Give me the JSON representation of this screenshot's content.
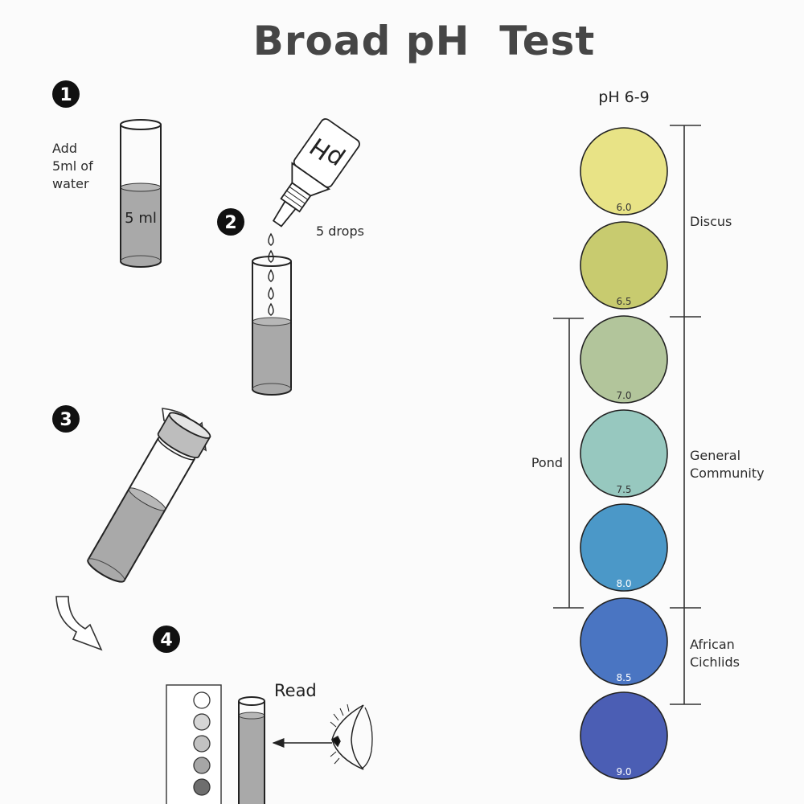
{
  "title": "Broad pH  Test",
  "steps": [
    {
      "number": "1",
      "text_lines": [
        "Add",
        "5ml of",
        "water"
      ],
      "tube_label": "5 ml"
    },
    {
      "number": "2",
      "bottle_label": "pH",
      "drops_label": "5 drops"
    },
    {
      "number": "3"
    },
    {
      "number": "4",
      "read_label": "Read"
    }
  ],
  "chart": {
    "range_label": "pH 6-9",
    "swatches": [
      {
        "value": "6.0",
        "color": "#e8e386",
        "text_color": "#333333"
      },
      {
        "value": "6.5",
        "color": "#c8cb6f",
        "text_color": "#333333"
      },
      {
        "value": "7.0",
        "color": "#b2c59b",
        "text_color": "#333333"
      },
      {
        "value": "7.5",
        "color": "#97c8bf",
        "text_color": "#333333"
      },
      {
        "value": "8.0",
        "color": "#4b98c8",
        "text_color": "#ffffff"
      },
      {
        "value": "8.5",
        "color": "#4a75c2",
        "text_color": "#ffffff"
      },
      {
        "value": "9.0",
        "color": "#4b5eb4",
        "text_color": "#ffffff"
      }
    ],
    "brackets_right": [
      {
        "label_lines": [
          "Discus"
        ]
      },
      {
        "label_lines": [
          "General",
          "Community"
        ]
      },
      {
        "label_lines": [
          "African",
          "Cichlids"
        ]
      }
    ],
    "bracket_left": {
      "label": "Pond"
    }
  },
  "mini_chart_colors": [
    "#ffffff",
    "#d6d6d6",
    "#c2c2c2",
    "#a6a6a6",
    "#6e6e6e"
  ]
}
